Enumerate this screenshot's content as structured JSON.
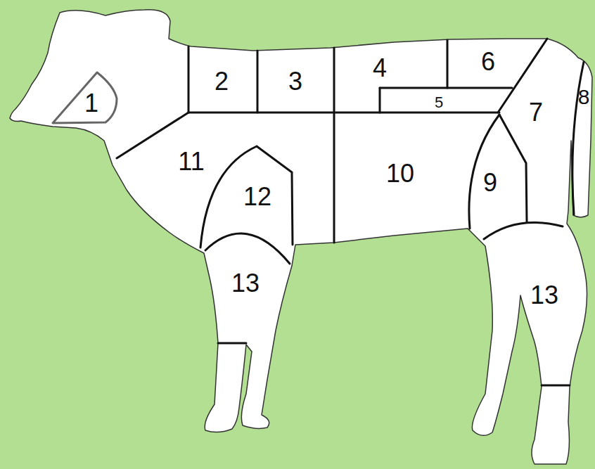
{
  "diagram": {
    "labels": [
      "1",
      "2",
      "3",
      "4",
      "6",
      "5",
      "7",
      "8",
      "11",
      "12",
      "10",
      "9",
      "13",
      "13"
    ]
  }
}
